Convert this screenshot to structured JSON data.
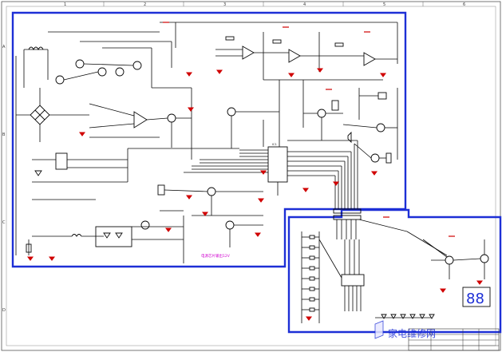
{
  "sheet": {
    "column_markers": [
      "1",
      "2",
      "3",
      "4",
      "5",
      "6"
    ],
    "row_markers": [
      "A",
      "B",
      "C",
      "D"
    ],
    "title_block": {
      "rows": [
        [
          "",
          "",
          "",
          ""
        ],
        [
          "",
          "",
          "",
          ""
        ],
        [
          "",
          "",
          "",
          ""
        ],
        [
          "",
          "",
          "",
          ""
        ]
      ]
    }
  },
  "annotations": {
    "magenta_note": "电源芯片输出12V",
    "watermark": "家电维修网"
  },
  "components": {
    "main_ic": "IC1",
    "display": "88"
  },
  "colors": {
    "border": "#1d2fd6",
    "ground": "#d00000",
    "wire": "#0a0a0a",
    "note": "#d000d0"
  }
}
